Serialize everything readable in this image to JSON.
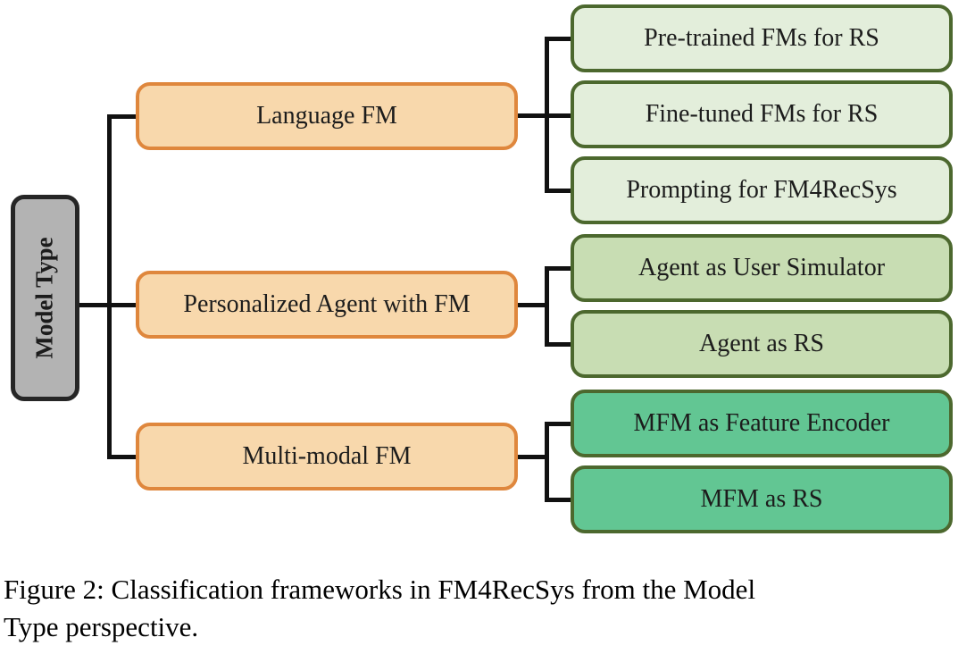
{
  "figure": {
    "root": {
      "label": "Model Type"
    },
    "branches": [
      {
        "label": "Language FM",
        "children": [
          {
            "label": "Pre-trained FMs for RS"
          },
          {
            "label": "Fine-tuned FMs for RS"
          },
          {
            "label": "Prompting for FM4RecSys"
          }
        ],
        "children_fill": "#e3eedb"
      },
      {
        "label": "Personalized Agent with FM",
        "children": [
          {
            "label": "Agent as User Simulator"
          },
          {
            "label": "Agent as RS"
          }
        ],
        "children_fill": "#c8ddb3"
      },
      {
        "label": "Multi-modal FM",
        "children": [
          {
            "label": "MFM as Feature Encoder"
          },
          {
            "label": "MFM as RS"
          }
        ],
        "children_fill": "#62c693"
      }
    ]
  },
  "caption": {
    "line1": "Figure 2: Classification frameworks in FM4RecSys from the Model",
    "line2": "Type perspective."
  },
  "colors": {
    "background": "#ffffff",
    "gray_fill": "#b3b3b3",
    "gray_border": "#262626",
    "orange_fill": "#f8d8ac",
    "orange_border": "#df873d",
    "green_border": "#4c682e",
    "leaf_light_green": "#e3eedb",
    "leaf_medium_green": "#c8ddb3",
    "leaf_teal_green": "#62c693",
    "connector": "#111111",
    "text": "#1c1c1c"
  }
}
